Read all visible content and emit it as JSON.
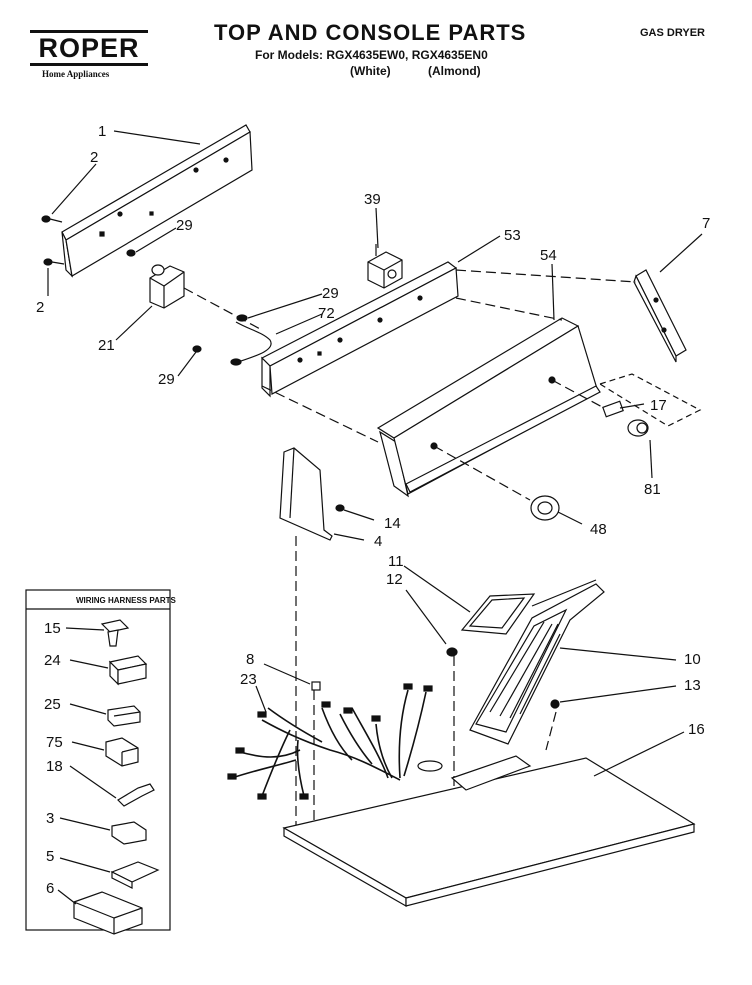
{
  "header": {
    "brand": "ROPER",
    "brand_sub": "Home Appliances",
    "title": "TOP AND CONSOLE PARTS",
    "subtitle": "For Models: RGX4635EW0, RGX4635EN0",
    "color_white": "(White)",
    "color_almond": "(Almond)",
    "product": "GAS DRYER"
  },
  "harness_box": {
    "title": "WIRING HARNESS PARTS"
  },
  "callouts": {
    "c1": "1",
    "c2a": "2",
    "c2b": "2",
    "c29a": "29",
    "c29b": "29",
    "c29c": "29",
    "c39": "39",
    "c53": "53",
    "c54": "54",
    "c7": "7",
    "c21": "21",
    "c72": "72",
    "c17": "17",
    "c81": "81",
    "c48": "48",
    "c14": "14",
    "c4": "4",
    "c11": "11",
    "c12": "12",
    "c8": "8",
    "c23": "23",
    "c10": "10",
    "c13": "13",
    "c16": "16",
    "c15": "15",
    "c24": "24",
    "c25": "25",
    "c75": "75",
    "c18": "18",
    "c3": "3",
    "c5": "5",
    "c6": "6"
  }
}
